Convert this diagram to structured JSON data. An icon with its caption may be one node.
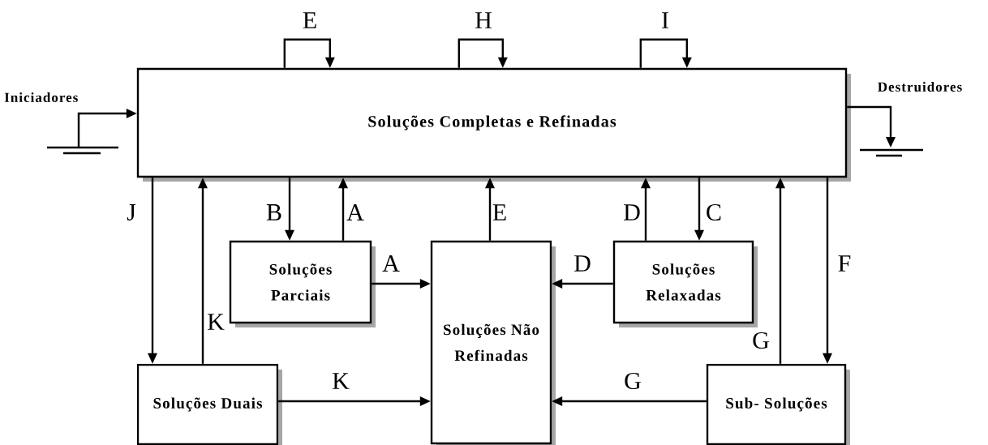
{
  "diagram": {
    "nodes": [
      {
        "text": [
          "Soluções Completas e Refinadas"
        ]
      },
      {
        "text": [
          "Soluções Parciais"
        ]
      },
      {
        "text": [
          "Soluções Não Refinadas"
        ]
      },
      {
        "text": [
          "Soluções Relaxadas"
        ]
      },
      {
        "text": [
          "Soluções Duais"
        ]
      },
      {
        "text": [
          "Sub- Soluções"
        ]
      }
    ],
    "edges": [
      {
        "from": 0,
        "to": 0,
        "arrow": "to",
        "label": "E"
      },
      {
        "from": 0,
        "to": 0,
        "arrow": "to",
        "label": "H"
      },
      {
        "from": 0,
        "to": 0,
        "arrow": "to",
        "label": "I"
      },
      {
        "from": null,
        "to": 0,
        "arrow": "to"
      },
      {
        "from": 0,
        "to": null,
        "arrow": "to"
      },
      {
        "from": 0,
        "to": 4,
        "arrow": "to",
        "label": "J"
      },
      {
        "from": 4,
        "to": 0,
        "arrow": "to",
        "label": "K"
      },
      {
        "from": 0,
        "to": 1,
        "arrow": "to",
        "label": "B"
      },
      {
        "from": 1,
        "to": 0,
        "arrow": "to",
        "label": "A"
      },
      {
        "from": 2,
        "to": 0,
        "arrow": "to",
        "label": "E"
      },
      {
        "from": 3,
        "to": 0,
        "arrow": "to",
        "label": "D"
      },
      {
        "from": 0,
        "to": 3,
        "arrow": "to",
        "label": "C"
      },
      {
        "from": 5,
        "to": 0,
        "arrow": "to",
        "label": "G"
      },
      {
        "from": 0,
        "to": 5,
        "arrow": "to",
        "label": "F"
      },
      {
        "from": 1,
        "to": 2,
        "arrow": "to",
        "label": "A"
      },
      {
        "from": 3,
        "to": 2,
        "arrow": "to",
        "label": "D"
      },
      {
        "from": 4,
        "to": 2,
        "arrow": "to",
        "label": "K"
      },
      {
        "from": 5,
        "to": 2,
        "arrow": "to",
        "label": "G"
      }
    ],
    "labels": [
      "Iniciadores",
      "Destruidores"
    ]
  }
}
